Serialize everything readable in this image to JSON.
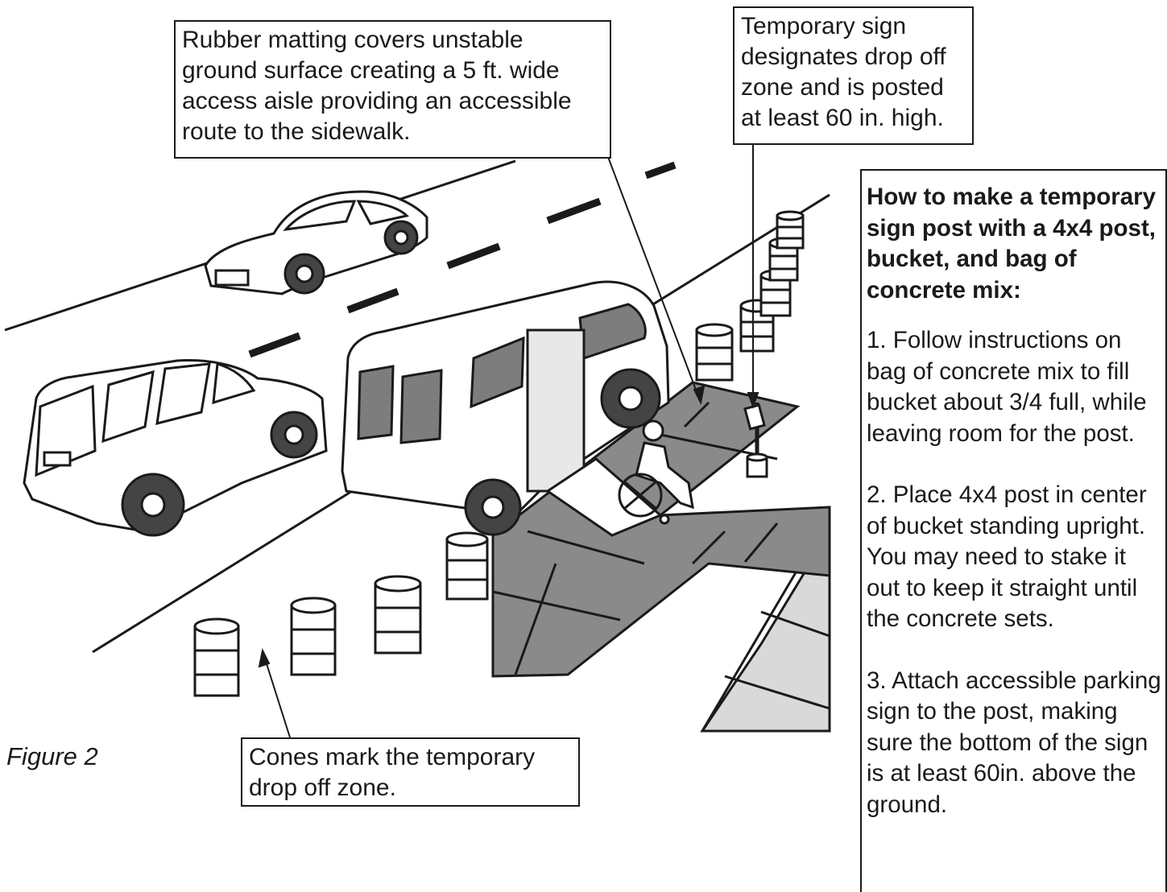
{
  "callouts": {
    "matting": "Rubber matting covers unstable ground surface creating a 5 ft. wide access aisle providing an accessible route to the sidewalk.",
    "sign": "Temporary sign designates drop off zone and is posted at least 60 in. high.",
    "cones": "Cones mark the temporary drop off zone."
  },
  "figure_label": "Figure 2",
  "sidebar": {
    "title": "How to make a temporary sign post with a 4x4 post, bucket, and bag of concrete mix:",
    "steps": [
      "1. Follow instructions on bag of concrete mix to fill bucket about 3/4 full, while leaving room for the post.",
      "2. Place 4x4 post in center of bucket standing upright. You may need to stake it out to keep it straight until the concrete sets.",
      "3. Attach accessible parking sign to the post, making sure the bottom of the sign is at least 60in. above the ground."
    ]
  },
  "colors": {
    "mat": "#8a8a8a",
    "sidewalk": "#d9d9d9",
    "van_window": "#7d7d7d",
    "line": "#1a1a1a"
  }
}
